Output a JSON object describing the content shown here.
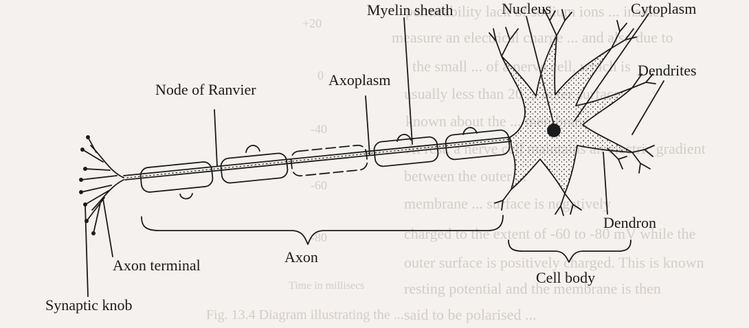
{
  "labels": {
    "myelin_sheath": "Myelin sheath",
    "nucleus": "Nucleus",
    "cytoplasm": "Cytoplasm",
    "node_of_ranvier": "Node of Ranvier",
    "axoplasm": "Axoplasm",
    "dendrites": "Dendrites",
    "dendron": "Dendron",
    "axon": "Axon",
    "axon_terminal": "Axon terminal",
    "synaptic_knob": "Synaptic knob",
    "cell_body": "Cell body"
  },
  "background_text": {
    "line1": "permeability lack of sodium ions ... inside",
    "line2": "measure an electrical charge ... and also due to",
    "line3": "the small ... of a nerve cell, which is",
    "line4": "usually less than 20 ... outer surface",
    "line5": "known about the ... membrane",
    "line6": "At rest, a nerve cell maintains an electric gradient",
    "line7": "between the outer ... ",
    "line8": "membrane ... surface is negatively",
    "line9": "charged to the extent of -60 to -80 mV while the",
    "line10": "outer surface is positively charged. This is known",
    "line11": "resting potential and the membrane is then",
    "line12": "said to be polarised ...",
    "caption": "Fig. 13.4 Diagram illustrating the ...",
    "mid1": "Time in millisecs",
    "num1": "+20",
    "num2": "0",
    "num3": "-40",
    "num4": "-60",
    "num5": "-80"
  },
  "colors": {
    "ink": "#1b1b1b",
    "paper": "#f4f1ee",
    "bleed": "#b9b1ab"
  }
}
